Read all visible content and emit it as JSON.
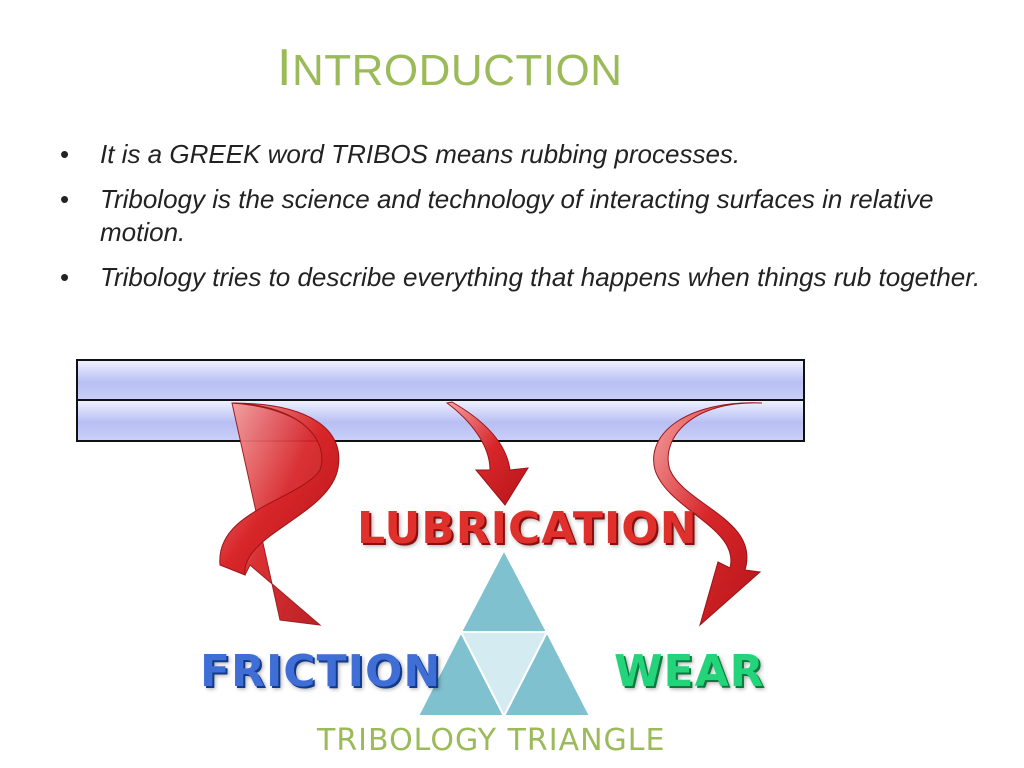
{
  "slide": {
    "title_first": "I",
    "title_rest": "NTRODUCTION",
    "bullets": [
      "It is a GREEK word TRIBOS means rubbing processes.",
      "Tribology is the science and technology of interacting surfaces in relative motion.",
      "Tribology tries to describe everything that happens when things rub together."
    ],
    "bullet_glyph": "•"
  },
  "diagram": {
    "top_label": "LUBRICATION",
    "left_label": "FRICTION",
    "right_label": "WEAR",
    "caption": "TRIBOLOGY TRIANGLE"
  },
  "colors": {
    "title": "#9bbb59",
    "caption": "#9bbb59",
    "arrow": "#d8262a",
    "triangle": "#7fc1cf",
    "triangle_center": "#d3ebf1"
  }
}
